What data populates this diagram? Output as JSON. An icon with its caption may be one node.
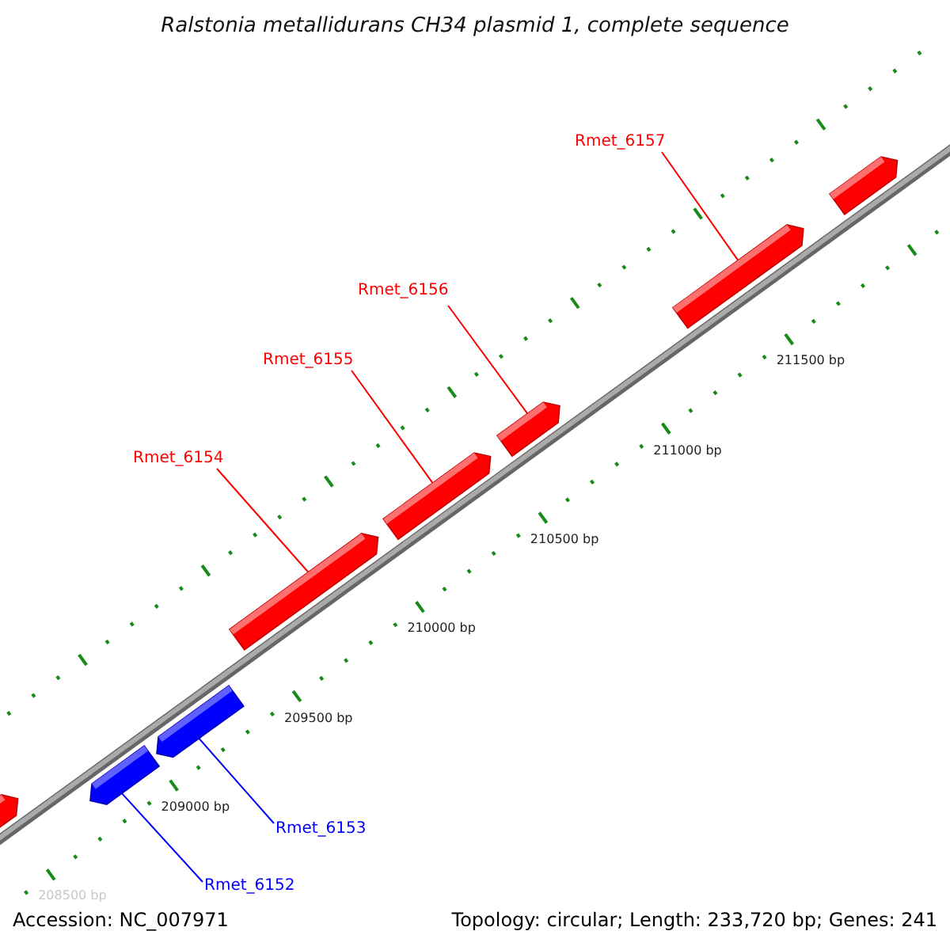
{
  "diagram": {
    "title": "Ralstonia metallidurans CH34 plasmid 1, complete sequence",
    "nodes": [
      {
        "text": [
          "Rmet_6157"
        ]
      },
      {
        "text": [
          "Rmet_6156"
        ]
      },
      {
        "text": [
          "Rmet_6155"
        ]
      },
      {
        "text": [
          "Rmet_6154"
        ]
      },
      {
        "text": [
          "Rmet_6153"
        ]
      },
      {
        "text": [
          "Rmet_6152"
        ]
      },
      {
        "text": [],
        "shape": "bar"
      },
      {
        "text": [],
        "shape": "bar"
      },
      {
        "text": [],
        "shape": "bar"
      },
      {
        "text": [],
        "shape": "bar"
      },
      {
        "text": [],
        "shape": "bar"
      },
      {
        "text": [],
        "shape": "bar"
      },
      {
        "text": [],
        "shape": "bar"
      },
      {
        "text": [],
        "shape": "bar"
      }
    ],
    "edges": [
      {
        "from": 0,
        "to": 12,
        "arrow": "none"
      },
      {
        "from": 1,
        "to": 11,
        "arrow": "none"
      },
      {
        "from": 2,
        "to": 10,
        "arrow": "none"
      },
      {
        "from": 3,
        "to": 9,
        "arrow": "none"
      },
      {
        "from": 4,
        "to": 8,
        "arrow": "none",
        "color": "#0000ff"
      },
      {
        "from": 5,
        "to": 7,
        "arrow": "none",
        "color": "#0000ff"
      }
    ],
    "labels": [
      "208500 bp",
      "209000 bp",
      "209500 bp",
      "210000 bp",
      "210500 bp",
      "211000 bp",
      "211500 bp",
      "Accession: NC_007971",
      "Topology: circular; Length: 233,720 bp; Genes: 241"
    ]
  }
}
